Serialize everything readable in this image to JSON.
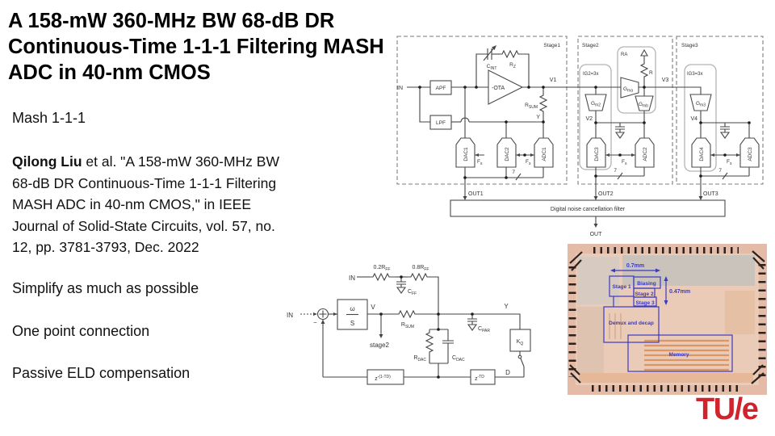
{
  "slide": {
    "title_lines": [
      "A 158-mW 360-MHz BW 68-dB DR",
      "Continuous-Time 1-1-1 Filtering MASH",
      "ADC in 40-nm CMOS"
    ]
  },
  "notes": {
    "mash": "Mash 1-1-1",
    "citation_bold": "Qilong Liu",
    "citation_rest": " et al. \"A 158-mW 360-MHz BW 68-dB DR Continuous-Time 1-1-1 Filtering MASH ADC in 40-nm CMOS,\" in IEEE Journal of Solid-State Circuits, vol. 57, no. 12, pp. 3781-3793, Dec. 2022",
    "simplify": "Simplify as much as possible",
    "one_point": "One point connection",
    "passive_eld": "Passive ELD compensation"
  },
  "mash": {
    "stage1": {
      "label": "Stage1",
      "in": "IN",
      "apf": "APF",
      "lpf": "LPF",
      "ota": "-OTA",
      "v1": "V1",
      "y": "Y",
      "cint": {
        "b": "C",
        "s": "INT"
      },
      "rz": {
        "b": "R",
        "s": "Z"
      },
      "rsum": {
        "b": "R",
        "s": "SUM"
      },
      "dac1": "DAC1",
      "dac2": "DAC2",
      "adc1": "ADC1",
      "out": "OUT1"
    },
    "stage2": {
      "label": "Stage2",
      "ig": "IG2=3x",
      "ra": "RA",
      "r": "R",
      "v2": "V2",
      "v3": "V3",
      "gm2": {
        "b": "G",
        "s": "m2"
      },
      "gma": {
        "b": "G",
        "s": "ma"
      },
      "gmb": {
        "b": "G",
        "s": "mb"
      },
      "dac3": "DAC3",
      "adc2": "ADC2",
      "out": "OUT2"
    },
    "stage3": {
      "label": "Stage3",
      "ig": "IG3=3x",
      "v4": "V4",
      "gm3": {
        "b": "G",
        "s": "m3"
      },
      "dac4": "DAC4",
      "adc3": "ADC3",
      "out": "OUT3"
    },
    "fs": {
      "b": "F",
      "s": "s"
    },
    "bus_width": "7",
    "filter_bar": "Digital noise cancellation filter",
    "out": "OUT"
  },
  "eld": {
    "in_main": "IN",
    "in_ff": "IN",
    "v": "V",
    "y": "Y",
    "d": "D",
    "stage2_tap": "stage2",
    "minus": "−",
    "omega": {
      "num": "ω",
      "den": "S"
    },
    "rff02": {
      "b": "0.2R",
      "s": "FF"
    },
    "rff08": {
      "b": "0.8R",
      "s": "FF"
    },
    "cff": {
      "b": "C",
      "s": "FF"
    },
    "rsum": {
      "b": "R",
      "s": "SUM"
    },
    "cpar": {
      "b": "C",
      "s": "PAR"
    },
    "rdac": {
      "b": "R",
      "s": "DAC"
    },
    "cdac": {
      "b": "C",
      "s": "DAC"
    },
    "kq": {
      "b": "K",
      "s": "Q"
    },
    "z1": {
      "b": "z",
      "e": "-(1-TD)"
    },
    "z2": {
      "b": "z",
      "e": "-TD"
    }
  },
  "chip": {
    "dim_w": "0.7mm",
    "dim_h": "0.47mm",
    "regions": {
      "stage1": "Stage 1",
      "biasing": "Biasing",
      "stage2": "Stage 2",
      "stage3": "Stage 3",
      "demux": "Demux and decap",
      "memory": "Memory"
    },
    "annotation_color": "#3a3ac2"
  },
  "logo": {
    "text": "TU/e",
    "color": "#d0232b"
  }
}
